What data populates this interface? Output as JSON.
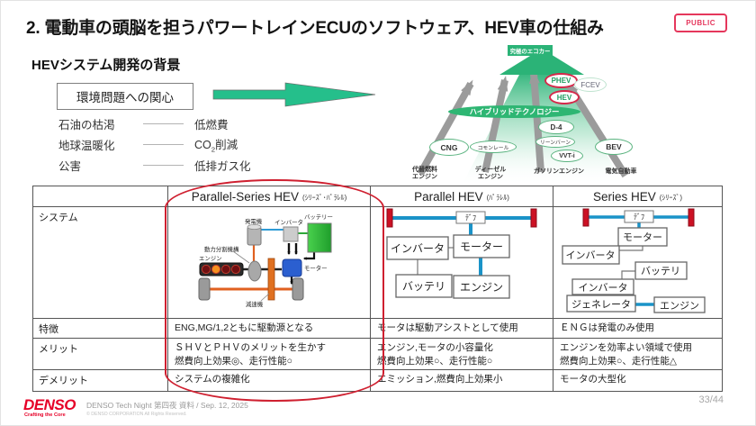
{
  "header": {
    "title": "2. 電動車の頭脳を担うパワートレインECUのソフトウェア、HEV車の仕組み",
    "badge": "PUBLIC"
  },
  "background": {
    "heading": "HEVシステム開発の背景",
    "concern": "環境問題への関心",
    "issues": [
      {
        "cause": "石油の枯渇",
        "effect": "低燃費"
      },
      {
        "cause": "地球温暖化",
        "effect_pre": "CO",
        "effect_sub": "2",
        "effect_post": "削減"
      },
      {
        "cause": "公害",
        "effect": "低排ガス化"
      }
    ]
  },
  "eco": {
    "goal": "究極のエコカー",
    "banner": "ハイブリッドテクノロジー",
    "bubbles": {
      "phev": "PHEV",
      "fcev": "FCEV",
      "hev": "HEV",
      "d4": "D-4",
      "lean": "リーンバーン",
      "vvti": "VVT-i",
      "cng": "CNG",
      "rail": "コモンレール",
      "bev": "BEV"
    },
    "lanes": [
      {
        "line1": "代替燃料",
        "line2": "エンジン"
      },
      {
        "line1": "ディーゼル",
        "line2": "エンジン"
      },
      {
        "line1": "ガソリンエンジン",
        "line2": ""
      },
      {
        "line1": "電気自動車",
        "line2": ""
      }
    ]
  },
  "table": {
    "headers": [
      {
        "en": "Parallel-Series HEV",
        "sub": "(ｼﾘｰｽﾞ･ﾊﾟﾗﾚﾙ)"
      },
      {
        "en": "Parallel HEV",
        "sub": "(ﾊﾟﾗﾚﾙ)"
      },
      {
        "en": "Series HEV",
        "sub": "(ｼﾘｰｽﾞ)"
      }
    ],
    "row_labels": {
      "system": "システム",
      "feature": "特徴",
      "merit": "メリット",
      "demerit": "デメリット"
    },
    "feature": [
      "ENG,MG/1,2ともに駆動源となる",
      "モータは駆動アシストとして使用",
      "ＥＮＧは発電のみ使用"
    ],
    "merit": [
      {
        "line1": "ＳＨＶとＰＨＶのメリットを生かす",
        "line2": "燃費向上効果◎、走行性能○"
      },
      {
        "line1": "エンジン,モータの小容量化",
        "line2": "燃費向上効果○、走行性能○"
      },
      {
        "line1": "エンジンを効率よい領域で使用",
        "line2": "燃費向上効果○、走行性能△"
      }
    ],
    "demerit": [
      "システムの複雑化",
      "エミッション,燃費向上効果小",
      "モータの大型化"
    ]
  },
  "diagrams": {
    "ps": {
      "generator": "発電機",
      "battery": "バッテリー",
      "inverter": "インバータ",
      "split": "動力分割機構",
      "engine": "エンジン",
      "motor": "モーター",
      "reduction": "減速機"
    },
    "parallel": {
      "diff": "ﾃﾞﾌ",
      "motor": "モーター",
      "inverter": "インバータ",
      "battery": "バッテリ",
      "engine": "エンジン"
    },
    "series": {
      "diff": "ﾃﾞﾌ",
      "motor": "モーター",
      "inverter1": "インバータ",
      "battery": "バッテリ",
      "inverter2": "インバータ",
      "generator": "ジェネレータ",
      "engine": "エンジン"
    }
  },
  "footer": {
    "logo": "DENSO",
    "tagline": "Crafting the Core",
    "doc": "DENSO Tech Night 第四夜 資料 / Sep. 12, 2025",
    "copyright": "© DENSO CORPORATION All Rights Reserved.",
    "page": "33/44"
  },
  "colors": {
    "accent_green": "#2eb673",
    "denso_red": "#e60027",
    "highlight_red": "#cf2030",
    "line_blue": "#1a93c8",
    "wheel_red": "#cc1124",
    "battery_green": "#2fbe34",
    "motor_blue": "#2b5fd0"
  }
}
